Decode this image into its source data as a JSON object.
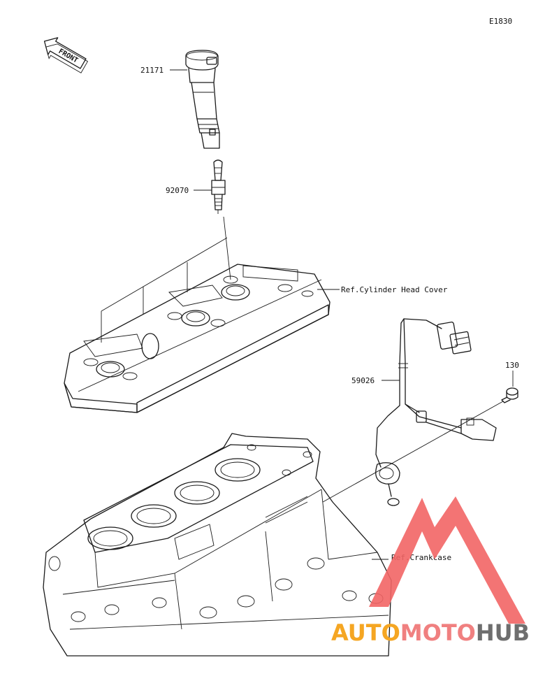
{
  "diagram": {
    "code": "E1830",
    "front_label": "FRONT",
    "labels": {
      "ignition_coil": "21171",
      "spark_plug": "92070",
      "head_cover_ref": "Ref.Cylinder Head Cover",
      "harness": "59026",
      "bolt": "130",
      "crankcase_ref": "Ref.Crankcase"
    }
  },
  "watermark": {
    "part1": "AUTO",
    "part2": "MOTO",
    "part3": "HUB",
    "color1": "#f5a623",
    "color2": "#f08080",
    "color3": "#6e6e6e",
    "logo_color": "#f26565"
  }
}
